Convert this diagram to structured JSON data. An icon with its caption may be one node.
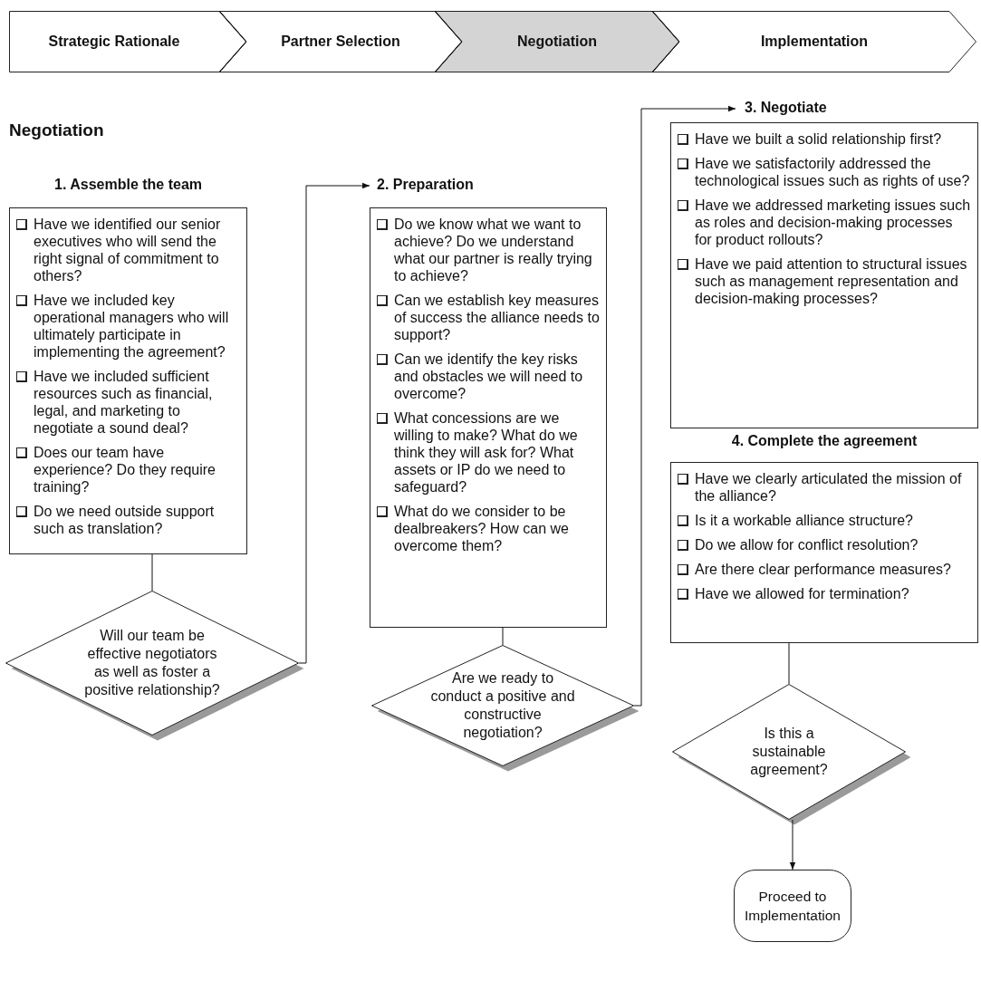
{
  "diagram": {
    "title": "Negotiation",
    "nodes": [
      {
        "text": [
          "Strategic Rationale"
        ]
      },
      {
        "text": [
          "Partner Selection"
        ]
      },
      {
        "text": [
          "Negotiation"
        ]
      },
      {
        "text": [
          "Implementation"
        ]
      },
      {
        "text": [
          "1. Assemble the team",
          "Have we identified our senior executives who will send the right signal of commitment to others?",
          "Have we included key operational managers who will ultimately participate in implementing the agreement?",
          "Have we included sufficient resources such as financial, legal, and marketing to negotiate a sound deal?",
          "Does our team have experience? Do they require training?",
          "Do we need outside support such as translation?"
        ]
      },
      {
        "text": [
          "Will our team be effective negotiators as well as foster a positive relationship?"
        ]
      },
      {
        "text": [
          "2. Preparation",
          "Do we know what we want to achieve? Do we understand what our partner is really trying to achieve?",
          "Can we establish key measures of success the alliance needs to support?",
          "Can we identify the key risks and obstacles we will need to overcome?",
          "What concessions are we willing to make? What do we think they will ask for? What assets or IP do we need to safeguard?",
          "What do we consider to be dealbreakers? How can we overcome them?"
        ]
      },
      {
        "text": [
          "Are we ready to conduct a positive and constructive negotiation?"
        ]
      },
      {
        "text": [
          "3. Negotiate",
          "Have we built a solid relationship first?",
          "Have we satisfactorily addressed the technological issues such as rights of use?",
          "Have we addressed marketing issues such as roles and decision-making processes for product rollouts?",
          "Have we paid attention to structural issues such as management representation and decision-making processes?"
        ]
      },
      {
        "text": [
          "4. Complete the agreement",
          "Have we clearly articulated the mission of the alliance?",
          "Is it a workable alliance structure?",
          "Do we allow for conflict resolution?",
          "Are there clear performance measures?",
          "Have we allowed for termination?"
        ]
      },
      {
        "text": [
          "Is this a sustainable agreement?"
        ]
      },
      {
        "text": [
          "Proceed to Implementation"
        ]
      }
    ],
    "edges": [
      {
        "from": 0,
        "to": 1,
        "arrow": "none"
      },
      {
        "from": 1,
        "to": 2,
        "arrow": "none"
      },
      {
        "from": 2,
        "to": 3,
        "arrow": "none"
      },
      {
        "from": 4,
        "to": 5,
        "arrow": "none"
      },
      {
        "from": 5,
        "to": 6,
        "arrow": "to"
      },
      {
        "from": 6,
        "to": 7,
        "arrow": "none"
      },
      {
        "from": 7,
        "to": 8,
        "arrow": "to"
      },
      {
        "from": 9,
        "to": 10,
        "arrow": "none"
      },
      {
        "from": 10,
        "to": 11,
        "arrow": "to"
      }
    ]
  }
}
